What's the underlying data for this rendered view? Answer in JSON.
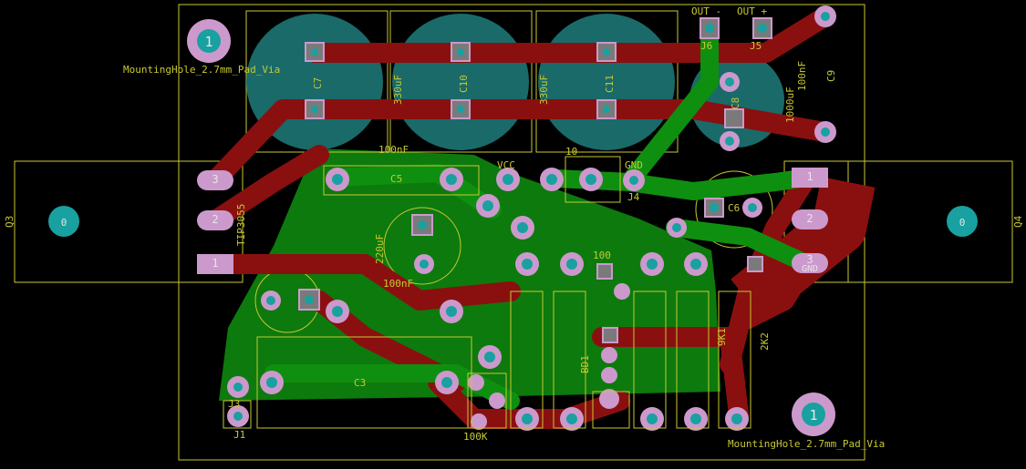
{
  "colors": {
    "background": "#000000",
    "copper_front": "#8a1010",
    "copper_back": "#0f8f0f",
    "pad": "#7a7a7a",
    "drill": "#19a0a0",
    "silkscreen": "#c8c832",
    "courtyard": "#a0a0a0",
    "via": "#cc99cc"
  },
  "labels": {
    "mh_left_num": "1",
    "mh_left_text": "MountingHole_2.7mm_Pad_Via",
    "mh_right_num": "1",
    "mh_right_text": "MountingHole_2.7mm_Pad_Via",
    "out_minus": "OUT -",
    "out_plus": "OUT +",
    "j6": "J6",
    "j5": "J5",
    "j4": "J4",
    "j1": "J1",
    "j3": "J3",
    "c7": "C7",
    "c10": "C10",
    "c11": "C11",
    "c9": "C9",
    "c8": "C8",
    "c5": "C5",
    "c3": "C3",
    "c6": "C6",
    "val_330uf_1": "330uF",
    "val_330uf_2": "330uF",
    "val_100nf": "100nF",
    "val_1000uf": "1000uF",
    "val_220uf": "220uF",
    "val_100nf_b": "100nF",
    "val_100nf_c": "100nF",
    "val_10": "10",
    "val_100": "100",
    "val_100k": "100K",
    "val_2k2": "2K2",
    "val_9k": "9K1",
    "val_bd": "BD1",
    "gnd_top": "GND",
    "gnd_right": "GND",
    "vcc": "VCC",
    "q3": "Q3",
    "q4": "Q4",
    "q3_pin3": "3",
    "q3_pin2": "2",
    "q3_pin1": "1",
    "q4_pin1": "1",
    "q4_pin2": "2",
    "q4_pin3": "3",
    "q3_value": "TIP3055",
    "q_center": "0"
  }
}
